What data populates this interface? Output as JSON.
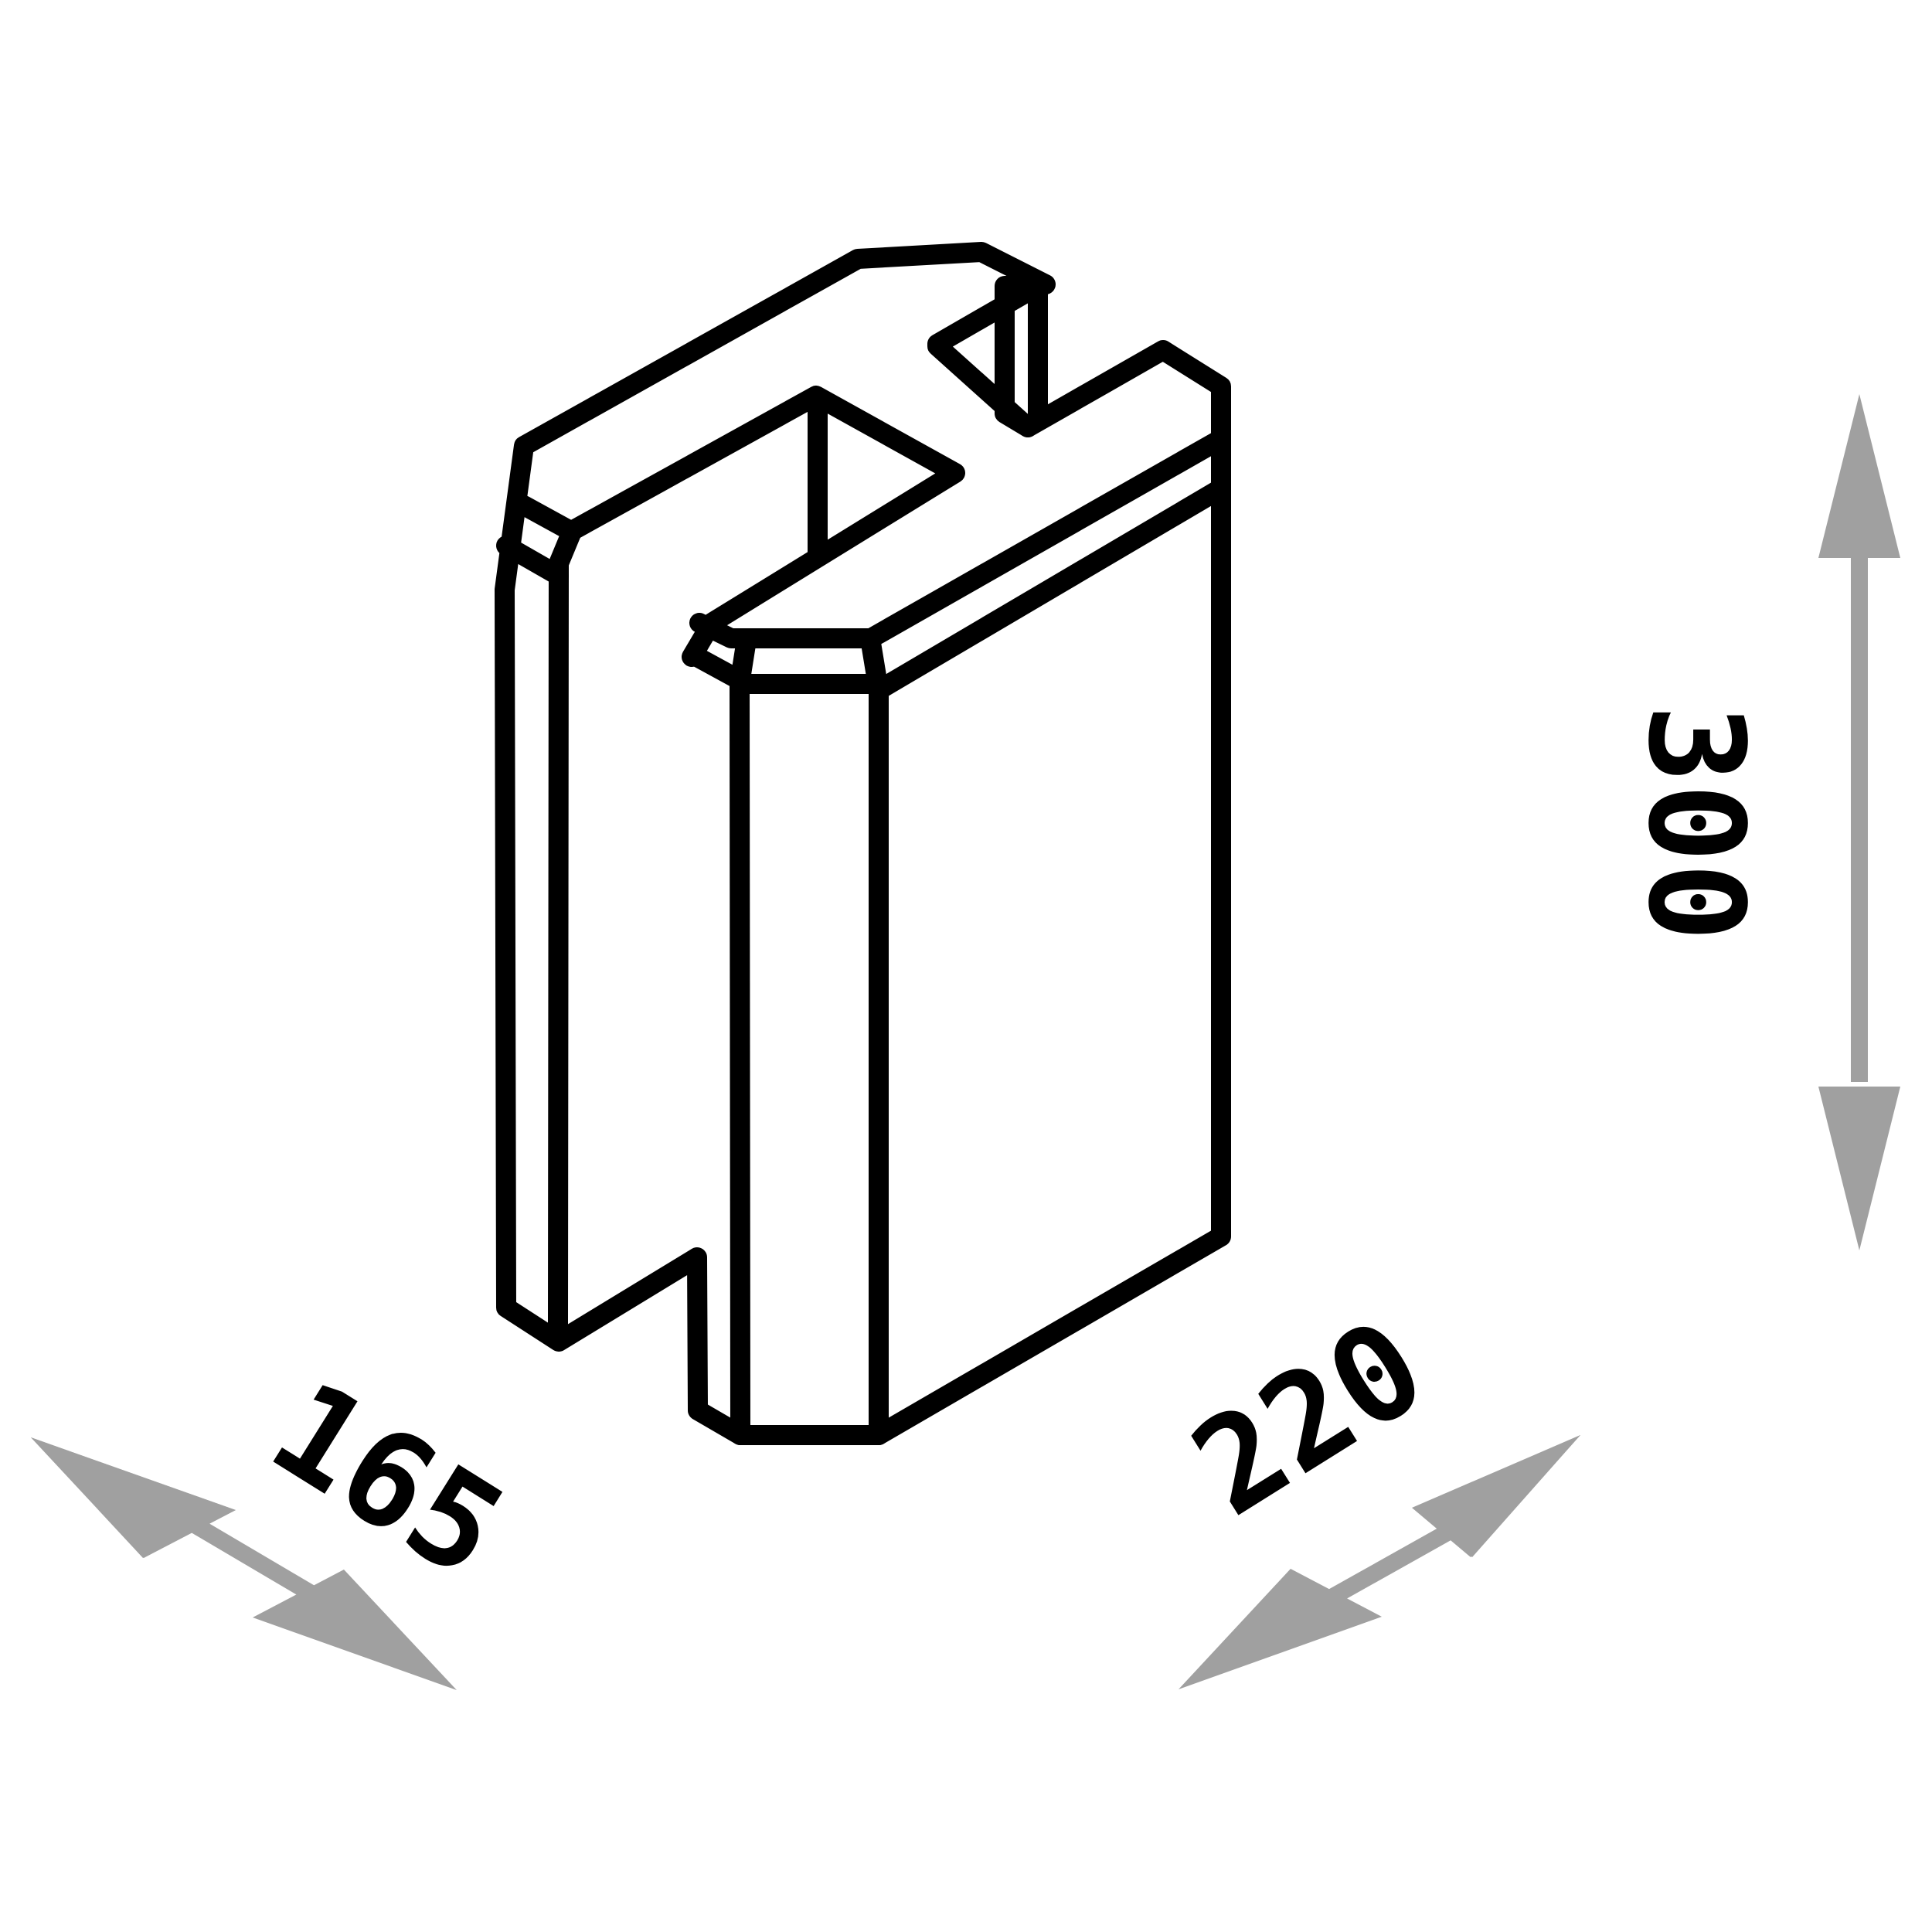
{
  "dimensions": {
    "height": {
      "value": "300",
      "unit": "",
      "axis": "vertical"
    },
    "width": {
      "value": "220",
      "unit": "",
      "axis": "right-diagonal"
    },
    "depth": {
      "value": "165",
      "unit": "",
      "axis": "left-diagonal"
    }
  },
  "colors": {
    "outline": "#000000",
    "arrow": "#a0a0a0",
    "label": "#000000",
    "background": "#ffffff"
  }
}
